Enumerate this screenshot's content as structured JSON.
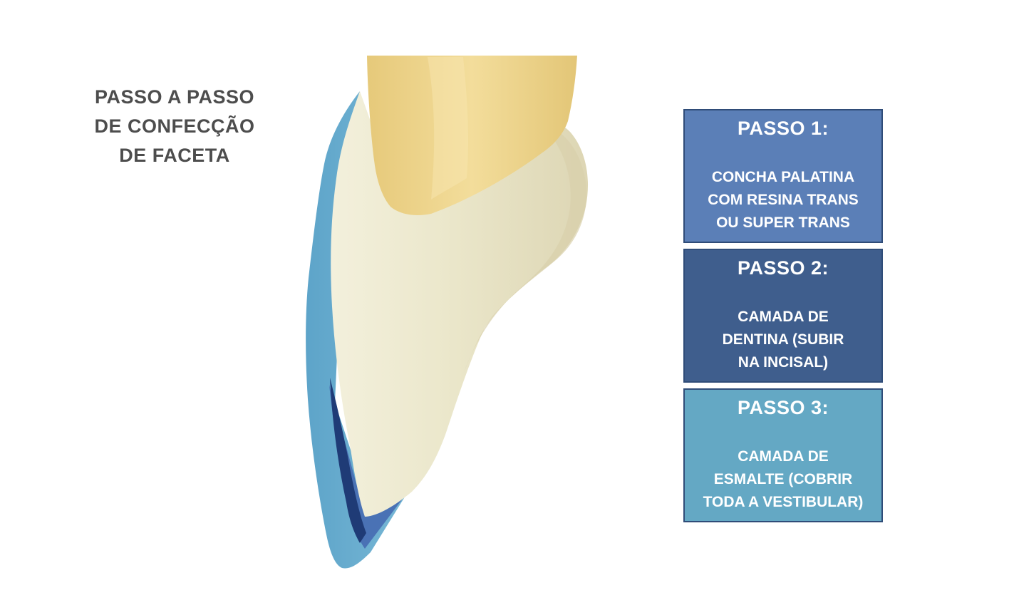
{
  "title": {
    "line1": "PASSO A PASSO",
    "line2": "DE CONFECÇÃO",
    "line3": "DE FACETA"
  },
  "steps": [
    {
      "heading": "PASSO 1:",
      "text": "CONCHA PALATINA\nCOM RESINA TRANS\nOU SUPER TRANS",
      "color": "#5b7fb7"
    },
    {
      "heading": "PASSO 2:",
      "text": "CAMADA DE\nDENTINA (SUBIR\nNA INCISAL)",
      "color": "#3f5e8d"
    },
    {
      "heading": "PASSO 3:",
      "text": "CAMADA DE\nESMALTE (COBRIR\nTODA A VESTIBULAR)",
      "color": "#64a8c4"
    }
  ],
  "colors": {
    "enamel_layer": "#6aaed0",
    "dentin_layer": "#4a72b5",
    "dark_shell": "#1f3b76",
    "root": "#ecd48e",
    "crown": "#ede9cf"
  }
}
